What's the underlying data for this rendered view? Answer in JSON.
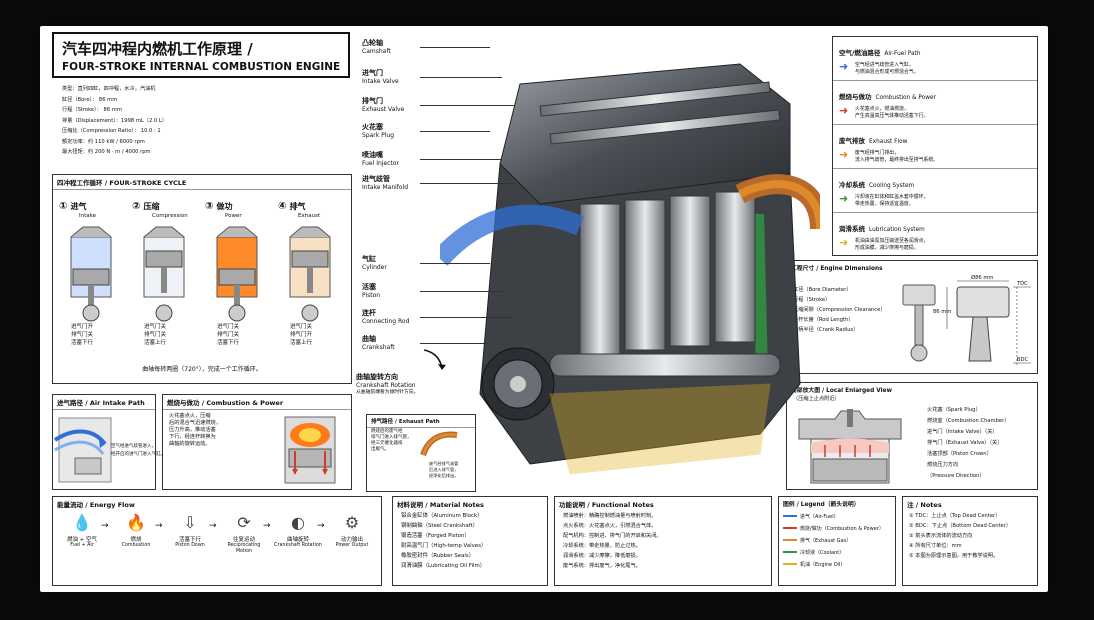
{
  "title": {
    "zh": "汽车四冲程内燃机工作原理 /",
    "en": "FOUR-STROKE INTERNAL COMBUSTION ENGINE"
  },
  "specs": [
    "类型：直列四缸，四冲程，水冷，汽油机",
    "缸径（Bore）： 86 mm",
    "行程（Stroke）： 86 mm",
    "排量（Displacement）：1998 mL（2.0 L）",
    "压缩比（Compression Ratio）： 10.0 : 1",
    "额定功率：约 110 kW / 6000 rpm",
    "最大扭矩：约 200 N · m / 4000 rpm"
  ],
  "cycle": {
    "header": "四冲程工作循环 / FOUR-STROKE CYCLE",
    "strokes": [
      {
        "num": "①",
        "zh": "进气",
        "en": "Intake",
        "desc": [
          "进气门开",
          "排气门关",
          "活塞下行"
        ]
      },
      {
        "num": "②",
        "zh": "压缩",
        "en": "Compression",
        "desc": [
          "进气门关",
          "排气门关",
          "活塞上行"
        ]
      },
      {
        "num": "③",
        "zh": "做功",
        "en": "Power",
        "desc": [
          "进气门关",
          "排气门关",
          "活塞下行"
        ]
      },
      {
        "num": "④",
        "zh": "排气",
        "en": "Exhaust",
        "desc": [
          "进气门关",
          "排气门开",
          "活塞上行"
        ]
      }
    ],
    "footer": "曲轴每转两圈（720°），完成一个工作循环。"
  },
  "callouts_left": [
    {
      "zh": "凸轮轴",
      "en": "Camshaft"
    },
    {
      "zh": "进气门",
      "en": "Intake Valve"
    },
    {
      "zh": "排气门",
      "en": "Exhaust Valve"
    },
    {
      "zh": "火花塞",
      "en": "Spark Plug"
    },
    {
      "zh": "喷油嘴",
      "en": "Fuel Injector"
    },
    {
      "zh": "进气歧管",
      "en": "Intake Manifold"
    },
    {
      "zh": "气缸",
      "en": "Cylinder"
    },
    {
      "zh": "活塞",
      "en": "Piston"
    },
    {
      "zh": "连杆",
      "en": "Connecting Rod"
    },
    {
      "zh": "曲轴",
      "en": "Crankshaft"
    }
  ],
  "rotation": {
    "zh": "曲轴旋转方向",
    "en": "Crankshaft Rotation",
    "note": "从曲轴前端看为顺时针方向。"
  },
  "air_path": {
    "header": "进气路径 / Air Intake Path",
    "text": [
      "空气经进气歧管进入，",
      "经开启的进气门进入气缸。"
    ]
  },
  "combustion": {
    "header": "燃烧与做功 / Combustion & Power",
    "text": [
      "火花塞点火，压缩",
      "后的混合气迅速燃烧，",
      "压力升高，推动活塞",
      "下行，经连杆转换为",
      "曲轴的旋转运动。"
    ]
  },
  "exhaust_path": {
    "header": "排气路径 / Exhaust Path",
    "text": [
      "燃烧后的废气经",
      "排气门进入排气管，",
      "经三元催化器排",
      "出尾气。"
    ],
    "note": [
      "废气经排气歧管",
      "后进入排气管，",
      "经净化后排出。"
    ]
  },
  "energy_flow": {
    "header": "能量流动 / Energy Flow",
    "steps": [
      {
        "zh": "燃油 + 空气",
        "en": "Fuel + Air"
      },
      {
        "zh": "燃烧",
        "en": "Combustion"
      },
      {
        "zh": "活塞下行",
        "en": "Piston Down"
      },
      {
        "zh": "往复运动",
        "en": "Reciprocating Motion"
      },
      {
        "zh": "曲轴旋转",
        "en": "Crankshaft Rotation"
      },
      {
        "zh": "动力输出",
        "en": "Power Output"
      }
    ]
  },
  "materials": {
    "header": "材料说明 / Material Notes",
    "items": [
      "铝合金缸体（Aluminum Block）",
      "钢制曲轴（Steel Crankshaft）",
      "锻造活塞（Forged Piston）",
      "耐高温气门（High-temp Valves）",
      "橡胶密封件（Rubber Seals）",
      "润滑油膜（Lubricating Oil Film）"
    ]
  },
  "functional": {
    "header": "功能说明 / Functional Notes",
    "items": [
      "燃油喷射：精确控制燃油量与喷射时刻。",
      "点火系统：火花塞点火，引燃混合气体。",
      "配气机构：控制进、排气门的开启和关闭。",
      "冷却系统：带走热量，防止过热。",
      "润滑系统：减少摩擦，降低磨损。",
      "废气系统：排出废气，净化尾气。"
    ]
  },
  "systems": [
    {
      "zh": "空气/燃油路径",
      "en": "Air-Fuel Path",
      "color": "#2f6fd6",
      "text": [
        "空气经进气歧管进入气缸，",
        "与燃油混合形成可燃混合气。"
      ]
    },
    {
      "zh": "燃烧与做功",
      "en": "Combustion & Power",
      "color": "#d23a2a",
      "text": [
        "火花塞点火，燃油燃烧，",
        "产生高温高压气体推动活塞下行。"
      ]
    },
    {
      "zh": "废气排放",
      "en": "Exhaust Flow",
      "color": "#e0892a",
      "text": [
        "废气经排气门排出，",
        "流入排气歧管，最终排出至排气系统。"
      ]
    },
    {
      "zh": "冷却系统",
      "en": "Cooling System",
      "color": "#2e9a3e",
      "text": [
        "冷却液在缸体和缸盖水套中循环，",
        "带走热量，保持适宜温度。"
      ]
    },
    {
      "zh": "润滑系统",
      "en": "Lubrication System",
      "color": "#e2b21c",
      "text": [
        "机油由油泵加压输送至各润滑点，",
        "形成油膜，减少摩擦与磨损。"
      ]
    }
  ],
  "dimensions": {
    "header": "工程尺寸 / Engine Dimensions",
    "items": [
      "缸径（Bore Diameter）",
      "行程（Stroke）",
      "压缩间隙（Compression Clearance）",
      "连杆长度（Rod Length）",
      "曲柄半径（Crank Radius）"
    ],
    "bore": "Ø86 mm",
    "stroke": "86 mm",
    "tdc": "TDC",
    "bdc": "BDC"
  },
  "local_view": {
    "header": "局部放大图 / Local Enlarged View",
    "sub": "（压缩上止点附近）",
    "items": [
      "火花塞（Spark Plug）",
      "燃烧室（Combustion Chamber）",
      "进气门（Intake Valve）（关）",
      "排气门（Exhaust Valve）（关）",
      "活塞顶部（Piston Crown）",
      "燃烧压力方向",
      "（Pressure Direction）"
    ]
  },
  "legend": {
    "header": "图例 / Legend（箭头说明）",
    "items": [
      {
        "label": "进气（Air-Fuel）",
        "color": "#2f6fd6"
      },
      {
        "label": "燃烧/做功（Combustion & Power）",
        "color": "#d23a2a"
      },
      {
        "label": "排气（Exhaust Gas）",
        "color": "#e0892a"
      },
      {
        "label": "冷却液（Coolant）",
        "color": "#2e9a3e"
      },
      {
        "label": "机油（Engine Oil）",
        "color": "#e2b21c"
      }
    ]
  },
  "notes": {
    "header": "注 / Notes",
    "items": [
      "① TDC：上止点（Top Dead Center）",
      "② BDC：下止点（Bottom Dead Center）",
      "③ 箭头表示流体的流动方向",
      "④ 所有尺寸单位：mm",
      "⑤ 本图为原理示意图，用于教学说明。"
    ]
  }
}
